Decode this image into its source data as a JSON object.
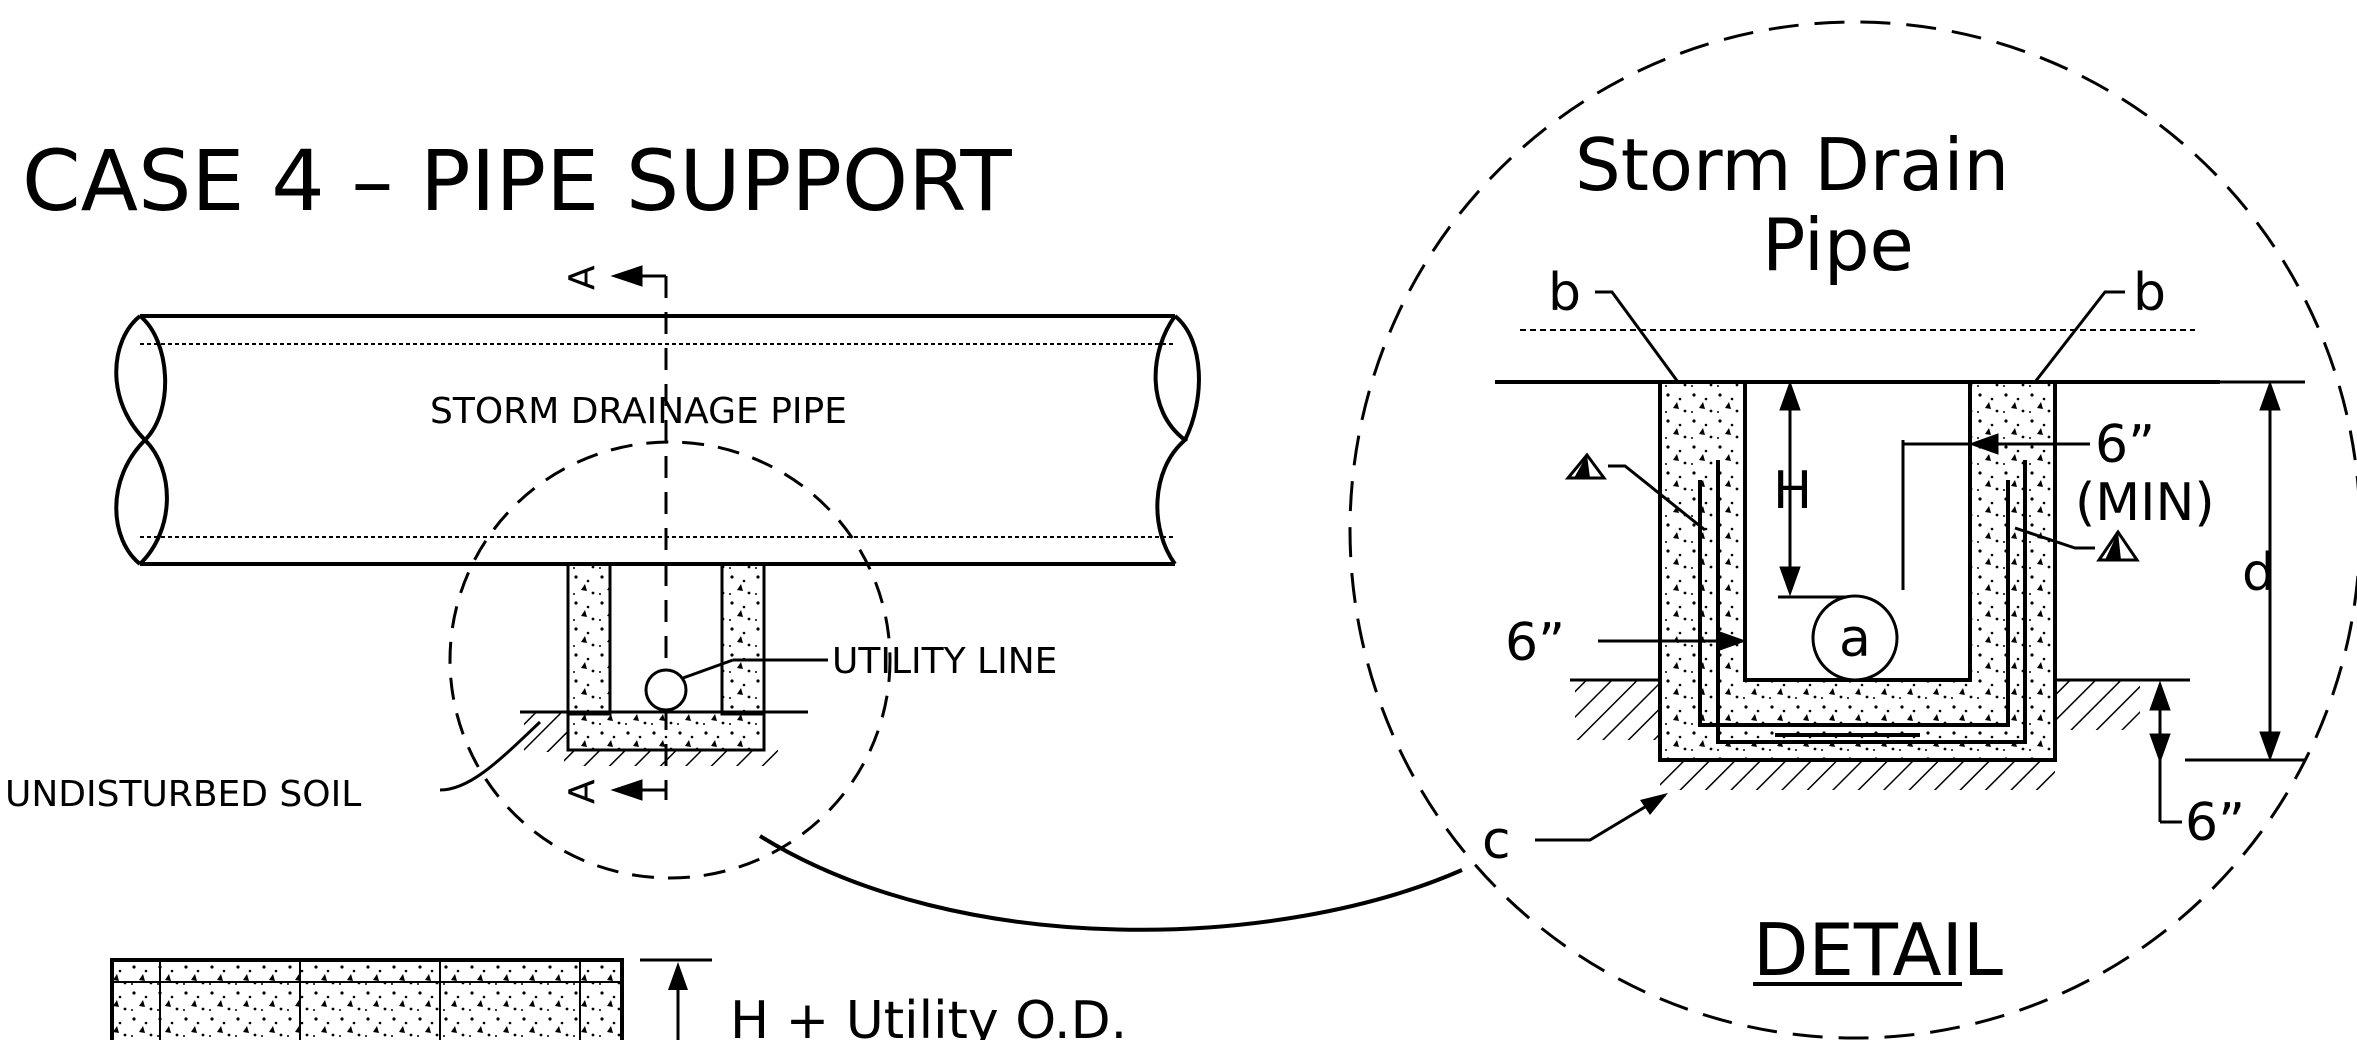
{
  "title": "CASE 4 – PIPE SUPPORT",
  "main_view": {
    "pipe_label": "STORM DRAINAGE PIPE",
    "utility_label": "UTILITY LINE",
    "soil_label": "UNDISTURBED SOIL",
    "section_marker_top": "A",
    "section_marker_bottom": "A"
  },
  "detail": {
    "title_line1": "Storm Drain",
    "title_line2": "Pipe",
    "caption": "DETAIL",
    "label_b_left": "b",
    "label_b_right": "b",
    "label_H": "H",
    "label_6_min": "6”",
    "label_min": "(MIN)",
    "label_d": "d",
    "label_6_left": "6”",
    "label_a": "a",
    "label_6_bottom": "6”",
    "label_c": "c"
  },
  "section_view": {
    "dimension_label": "H + Utility O.D."
  },
  "colors": {
    "line": "#000000",
    "background": "#ffffff"
  }
}
